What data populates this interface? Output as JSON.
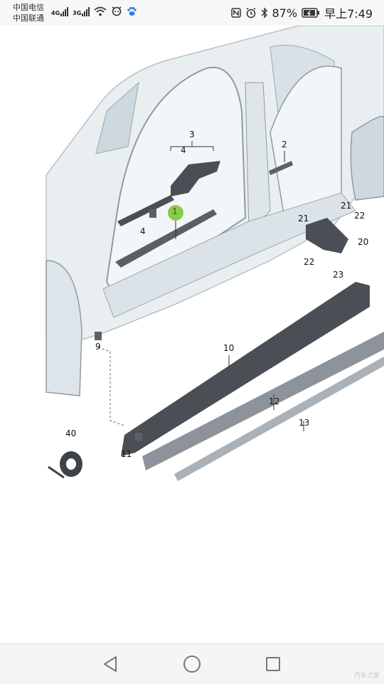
{
  "status_bar": {
    "carrier1": "中国电信",
    "carrier2": "中国联通",
    "net1": "4G",
    "net2": "3G",
    "battery": "87%",
    "time": "早上7:49",
    "icons": [
      "signal-icon",
      "wifi-icon",
      "mascot-icon",
      "baidu-paw-icon",
      "nfc-icon",
      "alarm-icon",
      "bluetooth-icon",
      "battery-icon"
    ]
  },
  "diagram": {
    "labels": [
      "1",
      "2",
      "3",
      "4",
      "4",
      "9",
      "10",
      "11",
      "12",
      "13",
      "20",
      "21",
      "21",
      "22",
      "22",
      "23",
      "40"
    ]
  },
  "nav": {
    "buttons": [
      "back-icon",
      "home-icon",
      "recents-icon"
    ]
  },
  "watermark": "汽车之家",
  "colors": {
    "highlight": "#7ec53b",
    "parts": "#4a4f55",
    "car": "#e6ebee"
  }
}
